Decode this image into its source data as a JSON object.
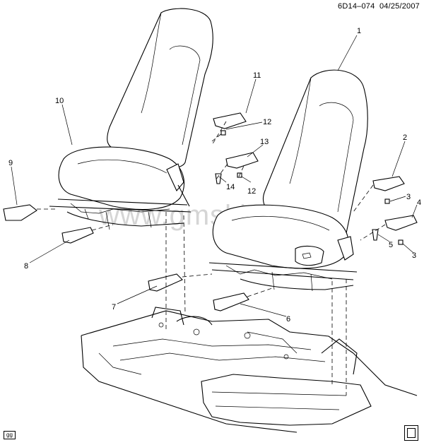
{
  "header": {
    "doc_code": "6D14–074",
    "date": "04/25/2007"
  },
  "watermark": "www.gmsklad.ru",
  "footer": {
    "code_box": "gg"
  },
  "callouts": [
    {
      "id": "c1",
      "label": "1"
    },
    {
      "id": "c2",
      "label": "2"
    },
    {
      "id": "c3a",
      "label": "3"
    },
    {
      "id": "c3b",
      "label": "3"
    },
    {
      "id": "c4",
      "label": "4"
    },
    {
      "id": "c5",
      "label": "5"
    },
    {
      "id": "c6",
      "label": "6"
    },
    {
      "id": "c7",
      "label": "7"
    },
    {
      "id": "c8",
      "label": "8"
    },
    {
      "id": "c9",
      "label": "9"
    },
    {
      "id": "c10",
      "label": "10"
    },
    {
      "id": "c11",
      "label": "11"
    },
    {
      "id": "c12a",
      "label": "12"
    },
    {
      "id": "c12b",
      "label": "12"
    },
    {
      "id": "c13",
      "label": "13"
    },
    {
      "id": "c14",
      "label": "14"
    }
  ]
}
